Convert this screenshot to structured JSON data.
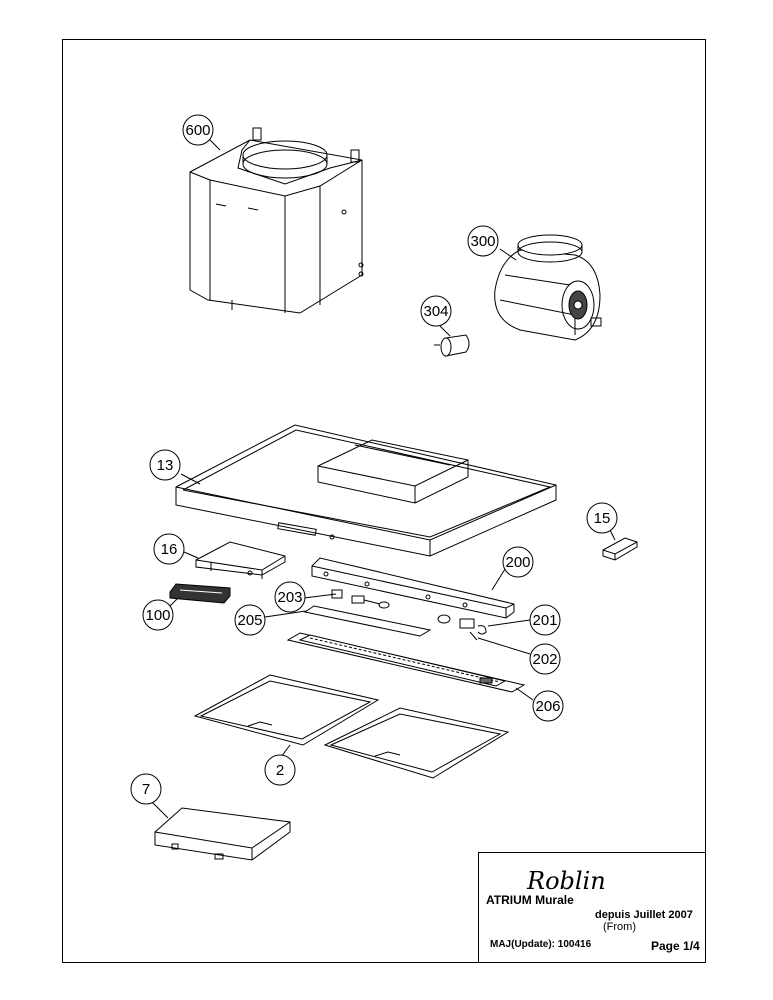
{
  "callouts": {
    "c600": "600",
    "c300": "300",
    "c304": "304",
    "c13": "13",
    "c15": "15",
    "c16": "16",
    "c200": "200",
    "c203": "203",
    "c100": "100",
    "c205": "205",
    "c201": "201",
    "c202": "202",
    "c206": "206",
    "c2": "2",
    "c7": "7"
  },
  "title_block": {
    "logo": "Roblin",
    "model": "ATRIUM Murale",
    "since": "depuis Juillet  2007",
    "since_en": "(From)",
    "update": "MAJ(Update): 100416",
    "page": "Page 1/4"
  }
}
